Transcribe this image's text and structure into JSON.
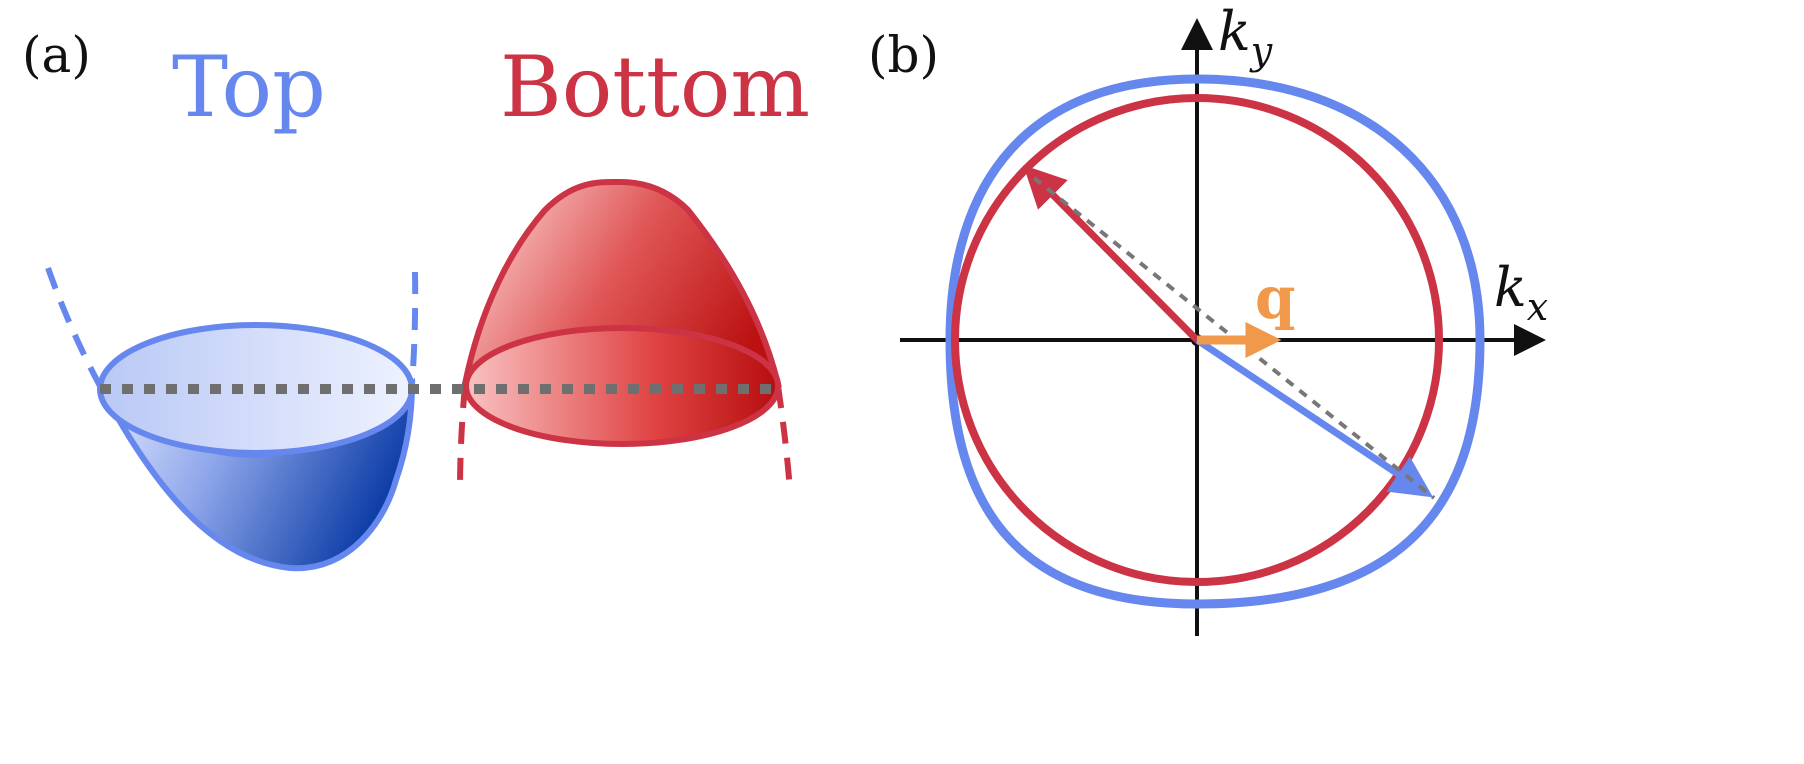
{
  "panels": {
    "a": {
      "label": "(a)",
      "top_band_title": "Top",
      "bottom_band_title": "Bottom"
    },
    "b": {
      "label": "(b)",
      "x_axis": {
        "base": "k",
        "sub": "x"
      },
      "y_axis": {
        "base": "k",
        "sub": "y"
      },
      "vector_label": "q"
    }
  },
  "colors": {
    "top_band": "#6688ee",
    "top_band_dark": "#0f3fa8",
    "bottom_band": "#cc3344",
    "bottom_band_dark": "#bb1111",
    "q_arrow": "#f0994a",
    "guide_line": "#777777",
    "axis": "#111111"
  }
}
